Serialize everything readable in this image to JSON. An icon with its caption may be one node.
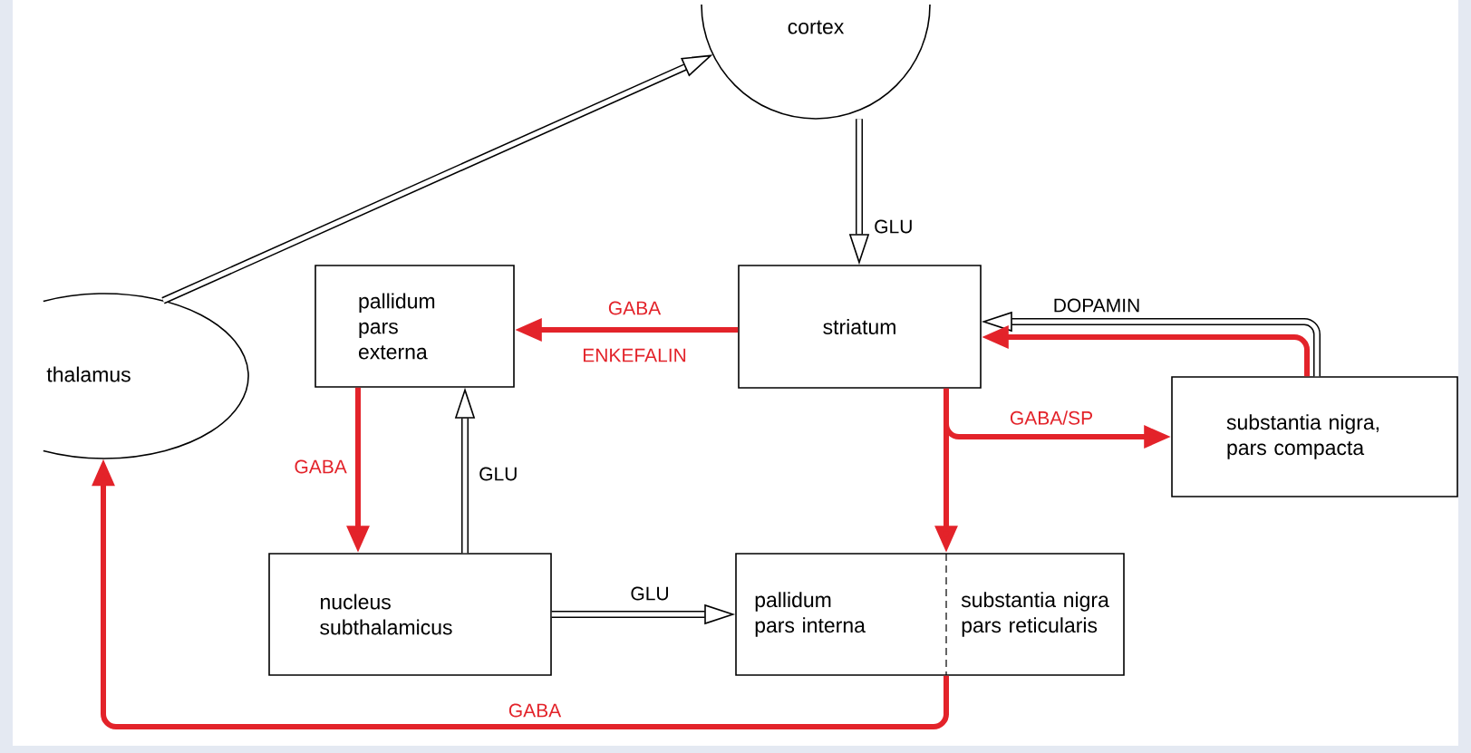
{
  "diagram": {
    "nodes": [
      {
        "text": [
          "cortex"
        ]
      },
      {
        "text": [
          "thalamus"
        ]
      },
      {
        "text": [
          "pallidum pars externa"
        ]
      },
      {
        "text": [
          "striatum"
        ]
      },
      {
        "text": [
          "substantia nigra, pars compacta"
        ]
      },
      {
        "text": [
          "nucleus subthalamicus"
        ]
      },
      {
        "text": [
          "pallidum pars interna",
          "substantia nigra pars reticularis"
        ]
      }
    ],
    "edges": [
      {
        "from": 1,
        "to": 0,
        "arrow": "to",
        "color": "#000000"
      },
      {
        "from": 0,
        "to": 3,
        "arrow": "to",
        "label": "GLU",
        "color": "#000000"
      },
      {
        "from": 3,
        "to": 2,
        "arrow": "to",
        "label": "GABA"
      },
      {
        "from": 4,
        "to": 3,
        "arrow": "to",
        "label": "DOPAMIN",
        "color": "#000000"
      },
      {
        "from": 4,
        "to": 3,
        "arrow": "to"
      },
      {
        "from": 3,
        "to": 4,
        "arrow": "to",
        "label": "GABA/SP"
      },
      {
        "from": 3,
        "to": 6,
        "arrow": "to"
      },
      {
        "from": 2,
        "to": 5,
        "arrow": "to",
        "label": "GABA"
      },
      {
        "from": 5,
        "to": 2,
        "arrow": "to",
        "label": "GLU",
        "color": "#000000"
      },
      {
        "from": 5,
        "to": 6,
        "arrow": "to",
        "label": "GLU",
        "color": "#000000"
      },
      {
        "from": 6,
        "to": 1,
        "arrow": "to",
        "label": "GABA"
      }
    ],
    "labels": [
      "ENKEFALIN"
    ]
  }
}
